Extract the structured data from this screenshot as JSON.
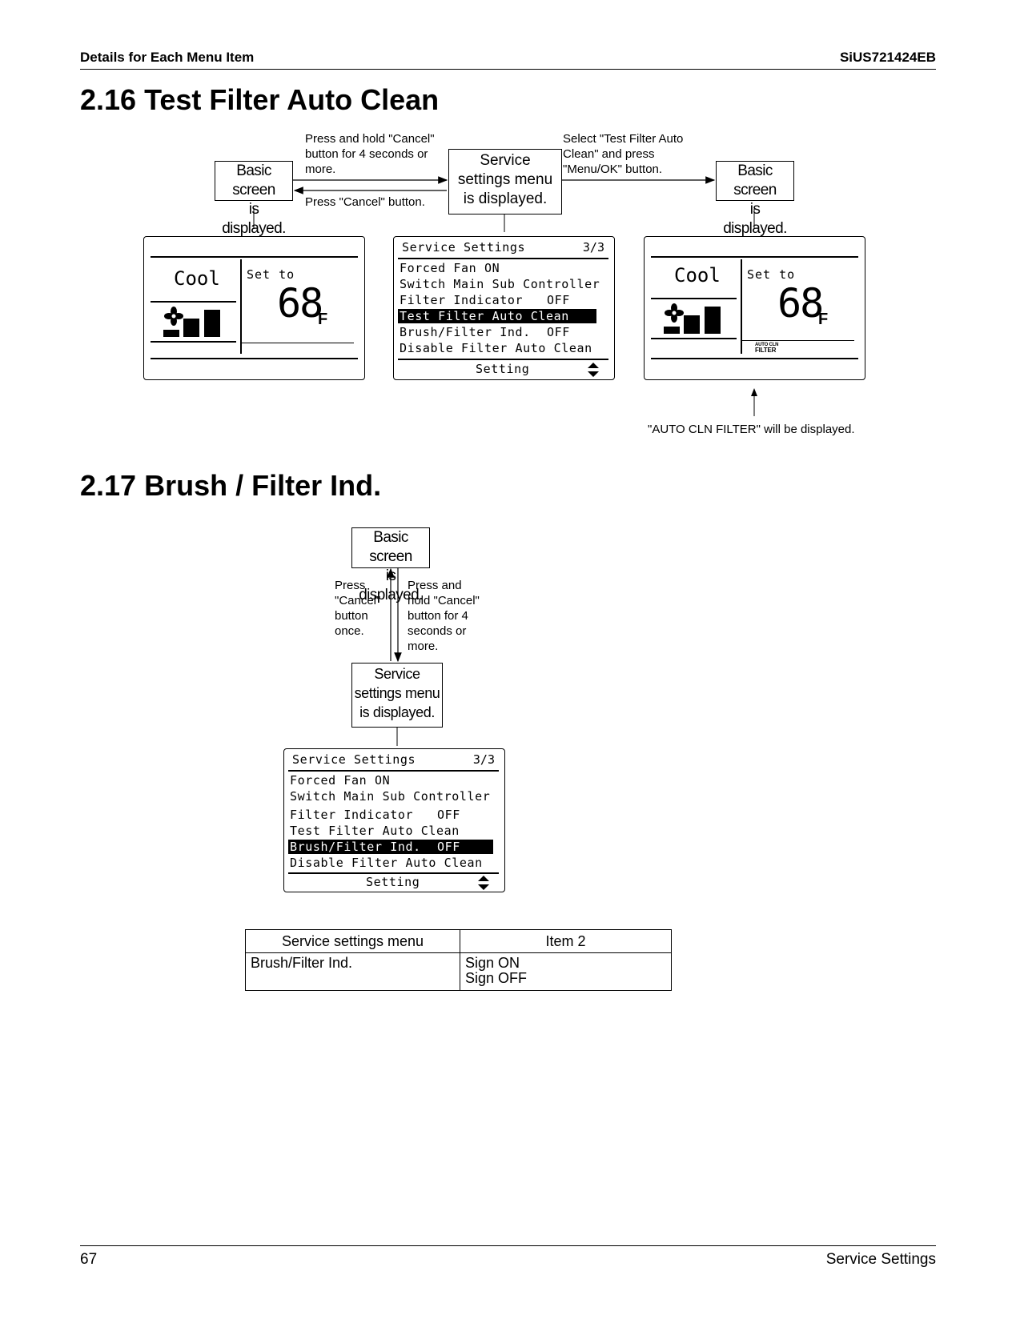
{
  "header": {
    "left": "Details for Each Menu Item",
    "right": "SiUS721424EB"
  },
  "section_216": {
    "title": "2.16  Test Filter Auto Clean",
    "box_basic_left": "Basic screen\nis displayed.",
    "box_service": "Service\nsettings menu\nis displayed.",
    "box_basic_right": "Basic screen\nis displayed.",
    "note_hold_cancel": "Press and hold \"Cancel\"\nbutton for 4 seconds or\nmore.",
    "note_press_cancel": "Press \"Cancel\" button.",
    "note_select": "Select \"Test Filter Auto\nClean\" and press\n\"Menu/OK\" button.",
    "note_auto_cln": "\"AUTO CLN FILTER\" will be displayed."
  },
  "lcd_basic": {
    "mode": "Cool",
    "set_to": "Set to",
    "temp": "68",
    "unit": "F",
    "auto_cln_badge": "AUTO CLN",
    "filter_badge": "FILTER"
  },
  "service_menu_216": {
    "title": "Service Settings",
    "page": "3/3",
    "items": [
      {
        "label": "Forced Fan ON",
        "value": ""
      },
      {
        "label": "Switch Main Sub Controller",
        "value": ""
      },
      {
        "label": "Filter Indicator",
        "value": "OFF"
      },
      {
        "label": "Test Filter Auto Clean",
        "value": ""
      },
      {
        "label": "Brush/Filter Ind.",
        "value": "OFF"
      },
      {
        "label": "Disable Filter Auto Clean",
        "value": ""
      }
    ],
    "footer": "Setting"
  },
  "section_217": {
    "title": "2.17  Brush / Filter Ind.",
    "box_basic": "Basic screen\nis displayed.",
    "box_service": "Service\nsettings menu\nis displayed.",
    "note_press_cancel": "Press\n\"Cancel\"\nbutton\nonce.",
    "note_hold_cancel": "Press and\nhold \"Cancel\"\nbutton for 4\nseconds or\nmore."
  },
  "service_menu_217": {
    "title": "Service Settings",
    "page": "3/3",
    "items": [
      {
        "label": "Forced Fan ON",
        "value": ""
      },
      {
        "label": "Switch Main Sub Controller",
        "value": ""
      },
      {
        "label": "Filter Indicator",
        "value": "OFF"
      },
      {
        "label": "Test Filter Auto Clean",
        "value": ""
      },
      {
        "label": "Brush/Filter Ind.",
        "value": "OFF"
      },
      {
        "label": "Disable Filter Auto Clean",
        "value": ""
      }
    ],
    "footer": "Setting"
  },
  "table": {
    "headers": [
      "Service settings menu",
      "Item 2"
    ],
    "rows": [
      {
        "menu": "Brush/Filter Ind.",
        "item2_line1": "Sign ON",
        "item2_line2": "Sign OFF"
      }
    ]
  },
  "footer": {
    "page_number": "67",
    "section": "Service Settings"
  }
}
